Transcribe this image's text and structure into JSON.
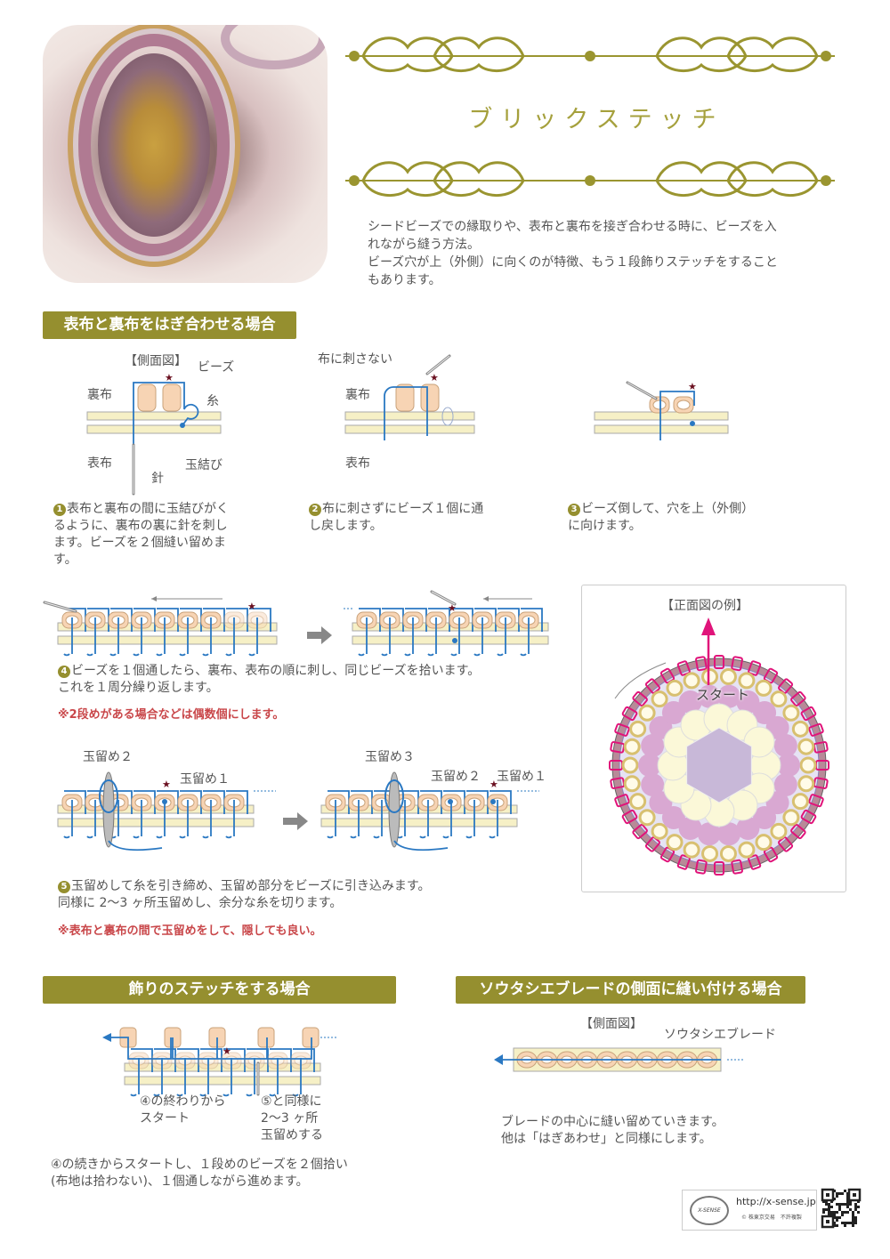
{
  "title": "ブリックステッチ",
  "intro": [
    "シードビーズでの縁取りや、表布と裏布を接ぎ合わせる時に、ビーズを入",
    "れながら縫う方法。",
    "ビーズ穴が上（外側）に向くのが特徴、もう１段飾りステッチをすること",
    "もあります。"
  ],
  "section1": {
    "header": "表布と裏布をはぎ合わせる場合",
    "diagram1": {
      "title": "【側面図】",
      "beads": "ビーズ",
      "thread": "糸",
      "ura": "裏布",
      "omote": "表布",
      "knot": "玉結び",
      "needle": "針"
    },
    "diagram2": {
      "note": "布に刺さない",
      "ura": "裏布",
      "omote": "表布"
    },
    "steps": [
      {
        "num": "1",
        "lines": [
          "表布と裏布の間に玉結びがく",
          "るように、裏布の裏に針を刺し",
          "ます。ビーズを２個縫い留めま",
          "す。"
        ]
      },
      {
        "num": "2",
        "lines": [
          "布に刺さずにビーズ１個に通",
          "し戻します。"
        ]
      },
      {
        "num": "3",
        "lines": [
          "ビーズ倒して、穴を上（外側）",
          "に向けます。"
        ]
      },
      {
        "num": "4",
        "lines": [
          "ビーズを１個通したら、裏布、表布の順に刺し、同じビーズを拾います。",
          "これを１周分繰り返します。"
        ]
      },
      {
        "num": "5",
        "lines": [
          "玉留めして糸を引き締め、玉留め部分をビーズに引き込みます。",
          "同様に 2〜3 ヶ所玉留めし、余分な糸を切ります。"
        ]
      }
    ],
    "note4": "※2段めがある場合などは偶数個にします。",
    "note5": "※表布と裏布の間で玉留めをして、隠しても良い。",
    "knot_labels": {
      "a2": "玉留め２",
      "a1": "玉留め１",
      "b3": "玉留め３",
      "b2": "玉留め２",
      "b1": "玉留め１"
    },
    "front_view": {
      "title": "【正面図の例】",
      "start": "スタート"
    }
  },
  "section2": {
    "header": "飾りのステッチをする場合",
    "label_left": [
      "④の終わりから",
      "スタート"
    ],
    "label_right": [
      "⑤と同様に",
      "2〜3 ヶ所",
      "玉留めする"
    ],
    "caption": [
      "④の続きからスタートし、１段めのビーズを２個拾い",
      "(布地は拾わない)、１個通しながら進めます。"
    ]
  },
  "section3": {
    "header": "ソウタシエブレードの側面に縫い付ける場合",
    "title": "【側面図】",
    "label": "ソウタシエブレード",
    "caption": [
      "ブレードの中心に縫い留めていきます。",
      "他は「はぎあわせ」と同様にします。"
    ]
  },
  "footer": {
    "url": "http://x-sense.jp",
    "copyright": "© 株東京交易　不許複製",
    "logo": "X-SENSE"
  },
  "colors": {
    "accent": "#958f2f",
    "thread": "#2a78c2",
    "bead": "#f7d4b4",
    "fabric": "#f6f0c6",
    "note": "#c9474a",
    "pink": "#e0147a"
  }
}
